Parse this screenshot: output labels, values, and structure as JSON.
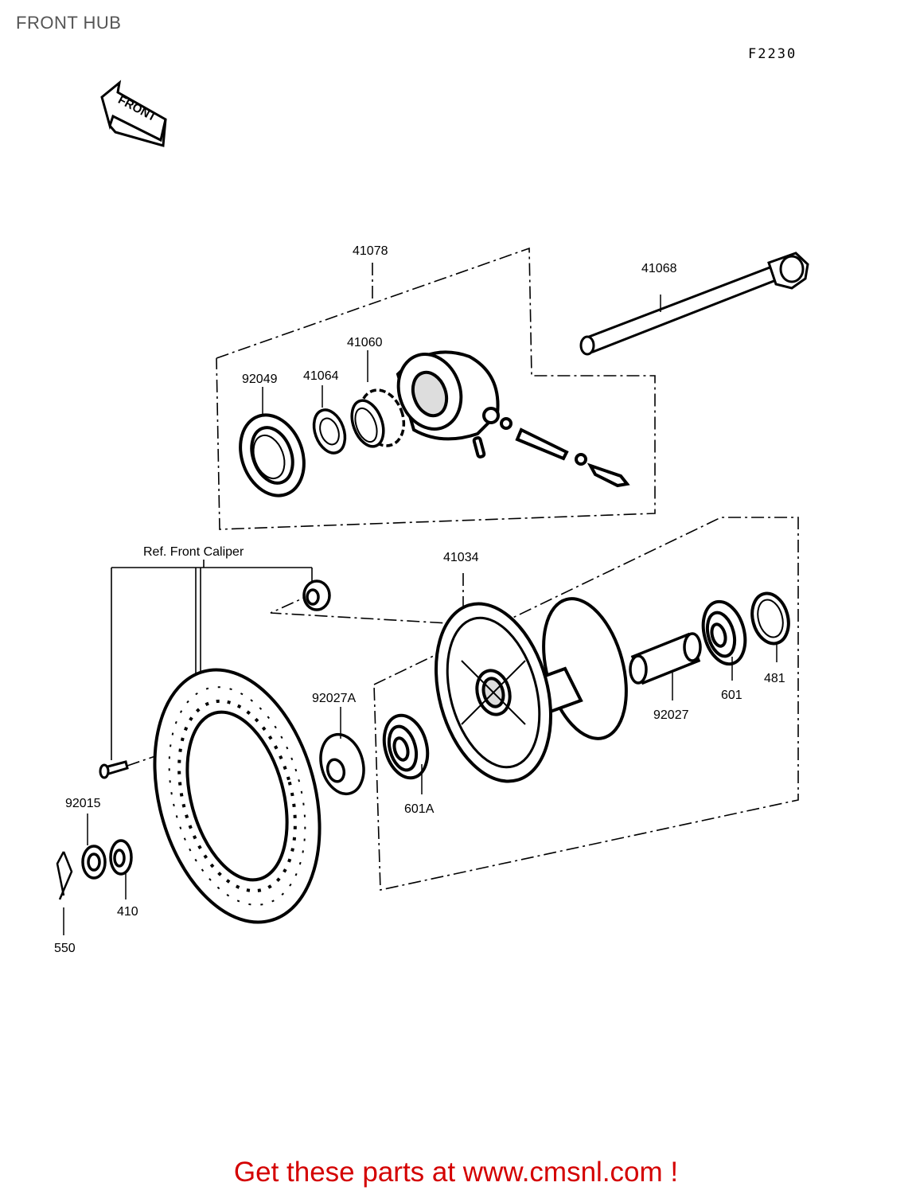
{
  "page": {
    "title": "FRONT HUB",
    "figure_code": "F2230"
  },
  "arrow": {
    "label": "FRONT"
  },
  "part_labels": {
    "p41078": "41078",
    "p41068": "41068",
    "p41060": "41060",
    "p92049": "92049",
    "p41064": "41064",
    "ref_caliper": "Ref. Front Caliper",
    "p41034": "41034",
    "p92027A": "92027A",
    "p92027": "92027",
    "p601": "601",
    "p481": "481",
    "p601A": "601A",
    "p92015": "92015",
    "p410": "410",
    "p550": "550"
  },
  "footer": {
    "text": "Get these parts at www.cmsnl.com !"
  },
  "colors": {
    "footer": "#d40000",
    "lines": "#000000"
  }
}
